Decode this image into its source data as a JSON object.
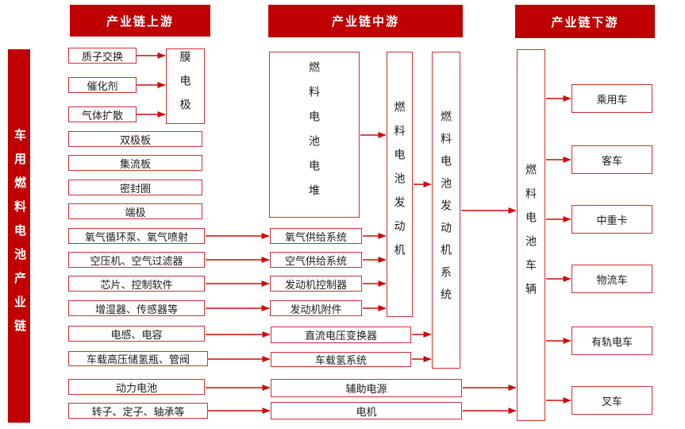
{
  "sidebar": {
    "label": "车用燃料电池产业链"
  },
  "headers": {
    "upstream": "产业链上游",
    "midstream": "产业链中游",
    "downstream": "产业链下游"
  },
  "upstream": {
    "membrane_inputs": [
      "质子交换",
      "催化剂",
      "气体扩散"
    ],
    "membrane_electrode": "膜电极",
    "stack_parts": [
      "双极板",
      "集流板",
      "密封圈",
      "端极"
    ],
    "component_suppliers": [
      "氧气循环泵、氧气喷射",
      "空压机、空气过滤器",
      "芯片、控制软件",
      "增湿器、传感器等",
      "电感、电容",
      "车载高压储氢瓶、管阀",
      "动力电池",
      "转子、定子、轴承等"
    ]
  },
  "midstream": {
    "stack": "燃料电池电堆",
    "engine": "燃料电池发动机",
    "engine_system": "燃料电池发动机系统",
    "subsystems": [
      "氧气供给系统",
      "空气供给系统",
      "发动机控制器",
      "发动机附件"
    ],
    "system_modules": [
      "直流电压变换器",
      "车载氢系统"
    ],
    "auxiliary_modules": [
      "辅助电源",
      "电机"
    ]
  },
  "downstream": {
    "vehicle": "燃料电池车辆",
    "vehicle_types": [
      "乘用车",
      "客车",
      "中重卡",
      "物流车",
      "有轨电车",
      "叉车"
    ]
  },
  "colors": {
    "brand": "#c00000",
    "line": "#d32f2f",
    "arrow": "#cf0a0a"
  }
}
